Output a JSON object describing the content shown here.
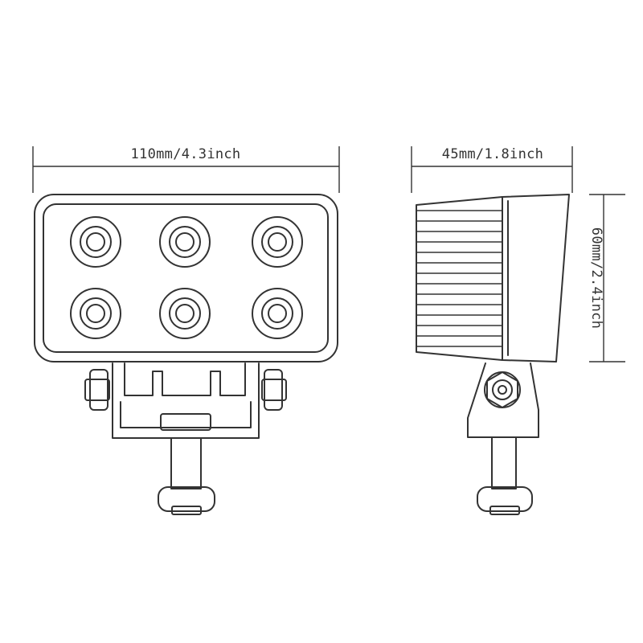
{
  "dimensions": {
    "width_label": "110mm/4.3inch",
    "depth_label": "45mm/1.8inch",
    "height_label": "60mm/2.4inch"
  },
  "colors": {
    "line": "#333333",
    "background": "#ffffff"
  },
  "front_view": {
    "led_rows": 2,
    "led_columns": 3
  }
}
